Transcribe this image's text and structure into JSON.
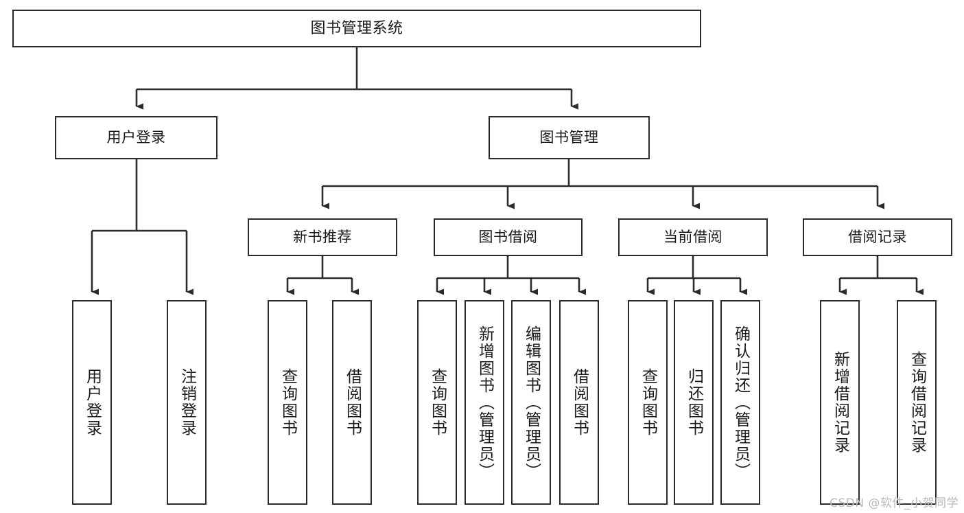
{
  "diagram": {
    "title": "图书管理系统",
    "type": "tree-hierarchy-diagram",
    "style": {
      "box_border_color": "#2b2b2b",
      "box_fill_color": "#ffffff",
      "connector_color": "#2b2b2b",
      "text_color": "#1a1a1a",
      "background": "#ffffff"
    },
    "nodes": {
      "root": {
        "label": "图书管理系统"
      },
      "level2": [
        {
          "label": "用户登录"
        },
        {
          "label": "图书管理"
        }
      ],
      "level3": [
        {
          "label": "新书推荐"
        },
        {
          "label": "图书借阅"
        },
        {
          "label": "当前借阅"
        },
        {
          "label": "借阅记录"
        }
      ],
      "leaves": {
        "user_login": [
          {
            "label": "用户登录"
          },
          {
            "label": "注销登录"
          }
        ],
        "new_book_recommend": [
          {
            "label": "查询图书"
          },
          {
            "label": "借阅图书"
          }
        ],
        "book_borrow": [
          {
            "label": "查询图书"
          },
          {
            "label": "新增图书（管理员）"
          },
          {
            "label": "编辑图书（管理员）"
          },
          {
            "label": "借阅图书"
          }
        ],
        "current_borrow": [
          {
            "label": "查询图书"
          },
          {
            "label": "归还图书"
          },
          {
            "label": "确认归还（管理员）"
          }
        ],
        "borrow_record": [
          {
            "label": "新增借阅记录"
          },
          {
            "label": "查询借阅记录"
          }
        ]
      }
    }
  },
  "watermark": {
    "text": "CSDN @软件_小贺同学"
  }
}
